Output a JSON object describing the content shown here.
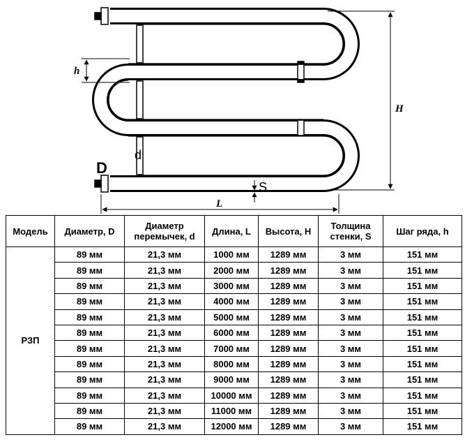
{
  "drawing": {
    "labels": {
      "height_step": "h",
      "height": "H",
      "length": "L",
      "diameter": "D",
      "jumper_diameter": "d",
      "wall": "S"
    }
  },
  "table": {
    "headers": {
      "model": "Модель",
      "diameter": "Диаметр, D",
      "jumper_line1": "Диаметр",
      "jumper_line2": "перемычек, d",
      "length": "Длина, L",
      "height": "Высота, H",
      "wall_line1": "Толщина",
      "wall_line2": "стенки, S",
      "step": "Шаг ряда, h"
    },
    "model": "РЗП",
    "rows": [
      [
        "89 мм",
        "21,3 мм",
        "1000 мм",
        "1289 мм",
        "3 мм",
        "151 мм"
      ],
      [
        "89 мм",
        "21,3 мм",
        "2000 мм",
        "1289 мм",
        "3 мм",
        "151 мм"
      ],
      [
        "89 мм",
        "21,3 мм",
        "3000 мм",
        "1289 мм",
        "3 мм",
        "151 мм"
      ],
      [
        "89 мм",
        "21,3 мм",
        "4000 мм",
        "1289 мм",
        "3 мм",
        "151 мм"
      ],
      [
        "89 мм",
        "21,3 мм",
        "5000 мм",
        "1289 мм",
        "3 мм",
        "151 мм"
      ],
      [
        "89 мм",
        "21,3 мм",
        "6000 мм",
        "1289 мм",
        "3 мм",
        "151 мм"
      ],
      [
        "89 мм",
        "21,3 мм",
        "7000 мм",
        "1289 мм",
        "3 мм",
        "151 мм"
      ],
      [
        "89 мм",
        "21,3 мм",
        "8000 мм",
        "1289 мм",
        "3 мм",
        "151 мм"
      ],
      [
        "89 мм",
        "21,3 мм",
        "9000 мм",
        "1289 мм",
        "3 мм",
        "151 мм"
      ],
      [
        "89 мм",
        "21,3 мм",
        "10000 мм",
        "1289 мм",
        "3 мм",
        "151 мм"
      ],
      [
        "89 мм",
        "21,3 мм",
        "11000 мм",
        "1289 мм",
        "3 мм",
        "151 мм"
      ],
      [
        "89 мм",
        "21,3 мм",
        "12000 мм",
        "1289 мм",
        "3 мм",
        "151 мм"
      ]
    ]
  }
}
